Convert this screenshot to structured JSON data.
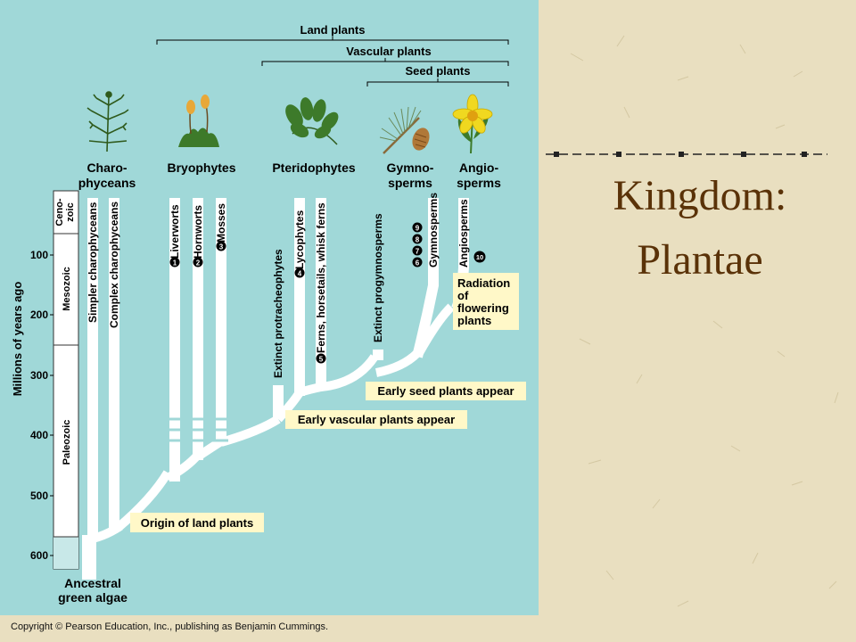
{
  "slide": {
    "title_line1": "Kingdom:",
    "title_line2": "Plantae",
    "copyright": "Copyright © Pearson Education, Inc., publishing as Benjamin Cummings."
  },
  "colors": {
    "diagram_bg": "#a0d8d8",
    "slide_bg": "#e9dfc0",
    "title": "#5a3208",
    "branch": "#ffffff",
    "label_box": "#fff8c8"
  },
  "brackets": {
    "land": "Land plants",
    "vascular": "Vascular plants",
    "seed": "Seed plants"
  },
  "groups": {
    "charo_1": "Charo-",
    "charo_2": "phyceans",
    "bryo": "Bryophytes",
    "pterido": "Pteridophytes",
    "gymno_1": "Gymno-",
    "gymno_2": "sperms",
    "angio_1": "Angio-",
    "angio_2": "sperms"
  },
  "lineages": {
    "simpler": "Simpler charophyceans",
    "complex": "Complex charophyceans",
    "liverworts": "Liverworts",
    "hornworts": "Hornworts",
    "mosses": "Mosses",
    "protrach": "Extinct protracheophytes",
    "lycophytes": "Lycophytes",
    "ferns": "Ferns, horsetails, whisk ferns",
    "progymno": "Extinct progymnosperms",
    "gymnosperms": "Gymnosperms",
    "angiosperms": "Angiosperms"
  },
  "badges": {
    "liverworts": "1",
    "hornworts": "2",
    "mosses": "3",
    "lycophytes": "4",
    "ferns": "5",
    "gymno_a": "6",
    "gymno_b": "7",
    "gymno_c": "8",
    "gymno_d": "9",
    "angio": "10"
  },
  "timeline": {
    "axis_label": "Millions of years ago",
    "ticks": [
      "100",
      "200",
      "300",
      "400",
      "500",
      "600"
    ],
    "eras": {
      "ceno_1": "Ceno-",
      "ceno_2": "zoic",
      "meso": "Mesozoic",
      "paleo": "Paleozoic"
    }
  },
  "events": {
    "origin": "Origin of land plants",
    "early_vascular": "Early vascular plants appear",
    "early_seed": "Early seed plants appear",
    "radiation_1": "Radiation",
    "radiation_2": "of",
    "radiation_3": "flowering",
    "radiation_4": "plants"
  },
  "root": {
    "line1": "Ancestral",
    "line2": "green algae"
  },
  "icons": [
    "charophyte-icon",
    "moss-icon",
    "fern-icon",
    "pine-icon",
    "flower-icon"
  ]
}
